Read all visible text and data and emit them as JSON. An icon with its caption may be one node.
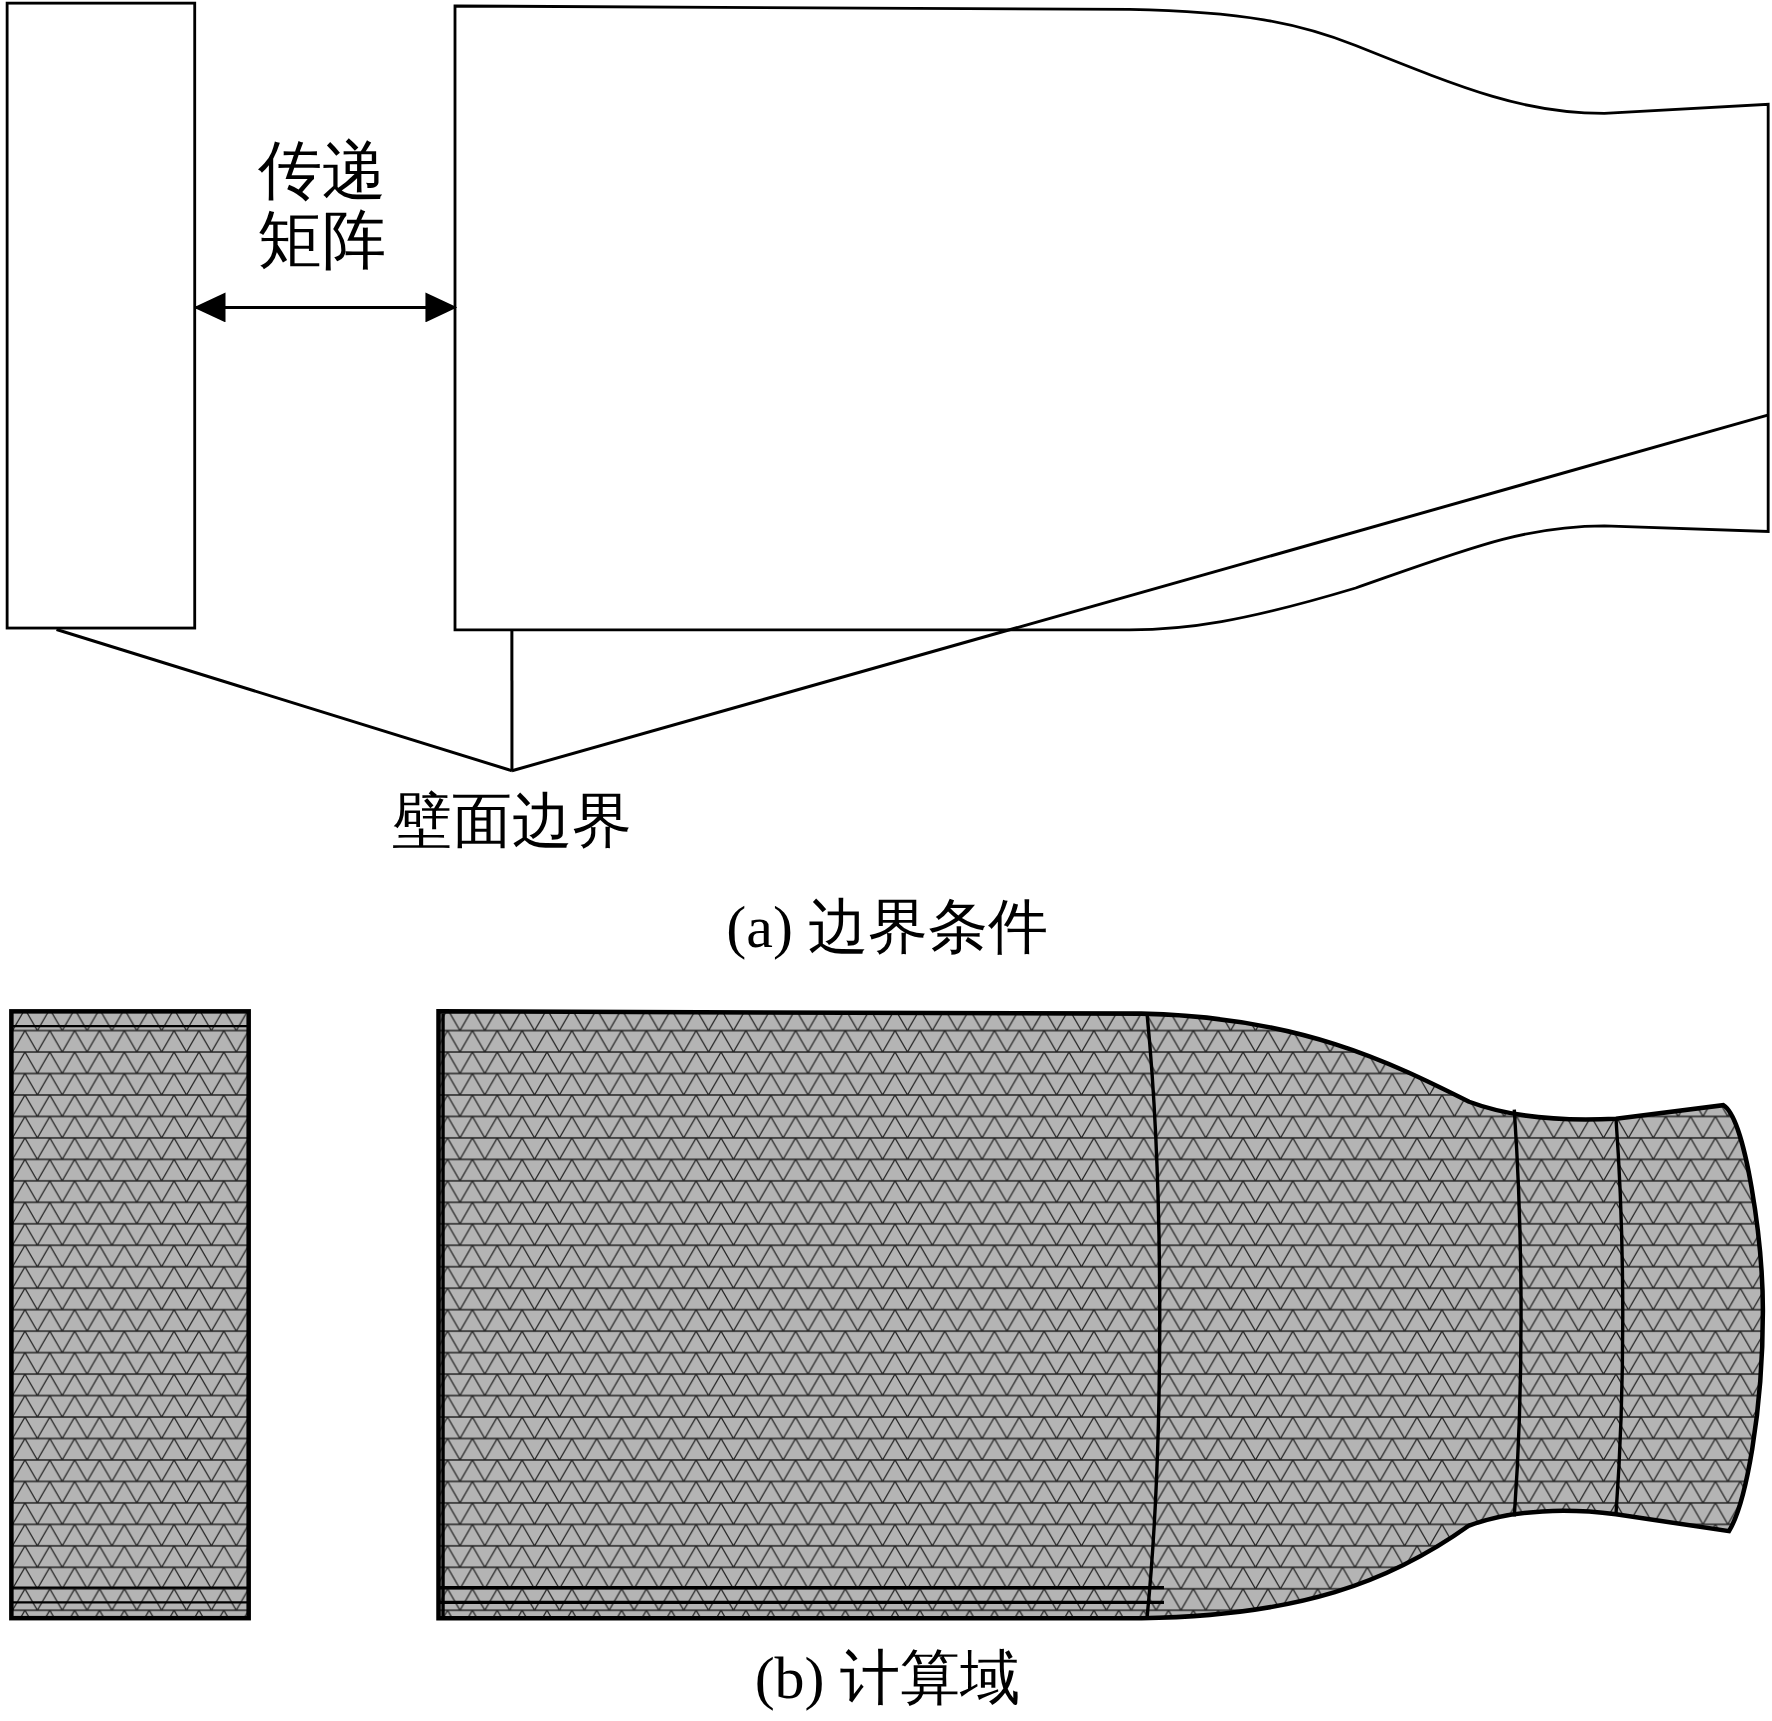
{
  "diagram": {
    "nodes": [
      {
        "text": [],
        "shape": "box"
      },
      {
        "text": [],
        "shape": "nozzle"
      },
      {
        "text": [
          "壁面边界"
        ]
      }
    ],
    "edges": [
      {
        "from": 0,
        "to": 1,
        "arrow": "both",
        "label": "传递矩阵"
      },
      {
        "from": 2,
        "to": 0,
        "arrow": "none"
      },
      {
        "from": 2,
        "to": 1,
        "arrow": "none"
      },
      {
        "from": 2,
        "to": 1,
        "arrow": "none"
      }
    ],
    "labels": [
      "(a) 边界条件",
      "(b) 计算域"
    ]
  }
}
